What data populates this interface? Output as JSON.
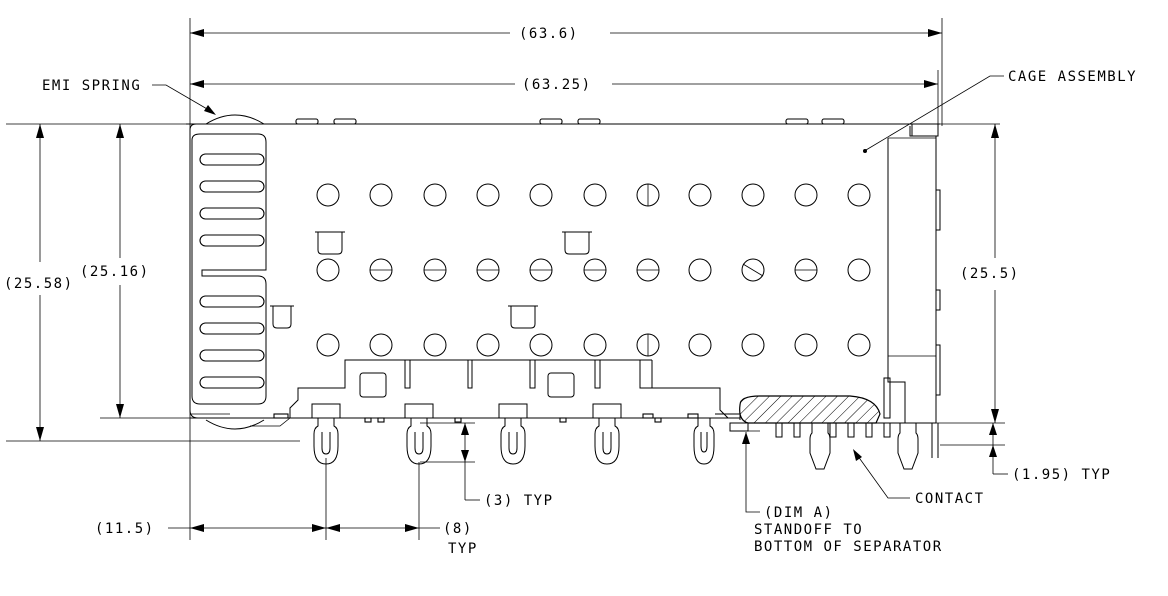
{
  "drawing": {
    "dims": {
      "overall_length": "(63.6)",
      "cage_length": "(63.25)",
      "overall_height": "(25.58)",
      "body_height": "(25.16)",
      "cage_height": "(25.5)",
      "pin_offset": "(11.5)",
      "pin_pitch": "(8)",
      "pin_pitch_typ": "TYP",
      "pin_length": "(3) TYP",
      "contact_length": "(1.95) TYP"
    },
    "callouts": {
      "emi_spring": "EMI SPRING",
      "cage_assembly": "CAGE ASSEMBLY",
      "contact": "CONTACT",
      "dim_a": "(DIM A)",
      "standoff_line1": "STANDOFF TO",
      "standoff_line2": "BOTTOM OF SEPARATOR"
    }
  }
}
